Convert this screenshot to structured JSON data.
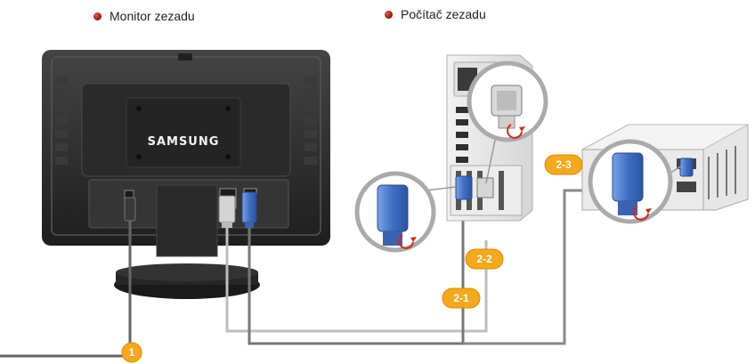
{
  "headings": {
    "monitor_rear": "Monitor zezadu",
    "pc_rear": "Počítač zezadu"
  },
  "monitor": {
    "brand": "SAMSUNG"
  },
  "badges": {
    "power": "1",
    "step_2_1": "2-1",
    "step_2_2": "2-2",
    "step_2_3": "2-3"
  },
  "colors": {
    "badge": "#f4a81b",
    "bullet": "#b3170b",
    "vga_connector": "#4a78c8",
    "dvi_connector": "#c9c9c9",
    "cable_dark": "#666666",
    "cable_light": "#bdbdbd",
    "monitor_body": "#2e2e2e"
  },
  "icons": [
    "vga-connector-icon",
    "dvi-connector-icon",
    "screw-rotate-arrow-icon"
  ]
}
